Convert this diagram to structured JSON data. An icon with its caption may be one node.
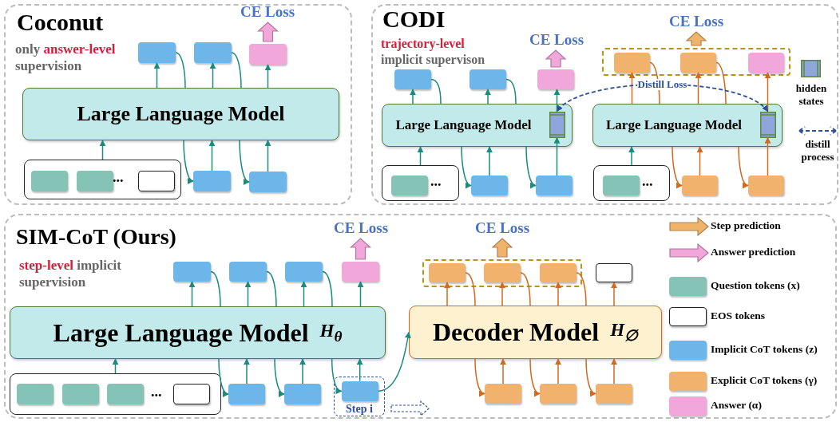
{
  "diagram": {
    "nodes": [
      {
        "text": [
          "Coconut",
          "only **answer-level** supervision"
        ]
      },
      {
        "text": [
          "CE Loss"
        ],
        "in": 0
      },
      {
        "text": [],
        "shape": "box",
        "in": 0
      },
      {
        "text": [],
        "shape": "box",
        "in": 0
      },
      {
        "text": [],
        "shape": "box",
        "in": 0
      },
      {
        "text": [
          "Large Language Model"
        ],
        "in": 0
      },
      {
        "text": [
          "..."
        ],
        "in": 0
      },
      {
        "text": [],
        "shape": "box",
        "in": 6
      },
      {
        "text": [],
        "shape": "box",
        "in": 6
      },
      {
        "text": [],
        "shape": "box",
        "in": 6
      },
      {
        "text": [],
        "shape": "box",
        "in": 0
      },
      {
        "text": [],
        "shape": "box",
        "in": 0
      },
      {
        "text": [
          "CODI",
          "**trajectory-level** implicit supervison"
        ]
      },
      {
        "text": [
          "CE Loss"
        ],
        "in": 12
      },
      {
        "text": [],
        "shape": "box",
        "in": 12
      },
      {
        "text": [],
        "shape": "box",
        "in": 12
      },
      {
        "text": [],
        "shape": "box",
        "in": 12
      },
      {
        "text": [
          "Large Language Model"
        ],
        "in": 12
      },
      {
        "text": [],
        "shape": "box",
        "in": 17
      },
      {
        "text": [
          "..."
        ],
        "in": 12
      },
      {
        "text": [],
        "shape": "box",
        "in": 19
      },
      {
        "text": [],
        "shape": "box",
        "in": 12
      },
      {
        "text": [],
        "shape": "box",
        "in": 12
      },
      {
        "text": [
          "CE Loss"
        ],
        "in": 12
      },
      {
        "text": [],
        "shape": "box",
        "in": 12
      },
      {
        "text": [],
        "shape": "box",
        "in": 24
      },
      {
        "text": [],
        "shape": "box",
        "in": 24
      },
      {
        "text": [],
        "shape": "box",
        "in": 24
      },
      {
        "text": [
          "Large Language Model"
        ],
        "in": 12
      },
      {
        "text": [],
        "shape": "box",
        "in": 28
      },
      {
        "text": [
          "..."
        ],
        "in": 12
      },
      {
        "text": [],
        "shape": "box",
        "in": 30
      },
      {
        "text": [],
        "shape": "box",
        "in": 12
      },
      {
        "text": [],
        "shape": "box",
        "in": 12
      },
      {
        "text": [
          "SIM-CoT (Ours)",
          "**step-level** implicit supervision"
        ]
      },
      {
        "text": [
          "CE Loss"
        ],
        "in": 34
      },
      {
        "text": [],
        "shape": "box",
        "in": 34
      },
      {
        "text": [],
        "shape": "box",
        "in": 34
      },
      {
        "text": [],
        "shape": "box",
        "in": 34
      },
      {
        "text": [],
        "shape": "box",
        "in": 34
      },
      {
        "text": [
          "Large Language Model",
          "H$_{θ}$"
        ],
        "in": 34
      },
      {
        "text": [
          "..."
        ],
        "in": 34
      },
      {
        "text": [],
        "shape": "box",
        "in": 41
      },
      {
        "text": [],
        "shape": "box",
        "in": 41
      },
      {
        "text": [],
        "shape": "box",
        "in": 41
      },
      {
        "text": [],
        "shape": "box",
        "in": 41
      },
      {
        "text": [],
        "shape": "box",
        "in": 34
      },
      {
        "text": [],
        "shape": "box",
        "in": 34
      },
      {
        "text": [
          "Step i"
        ],
        "in": 34
      },
      {
        "text": [],
        "shape": "box",
        "in": 48
      },
      {
        "text": [
          "CE Loss"
        ],
        "in": 34
      },
      {
        "text": [],
        "shape": "box",
        "in": 34
      },
      {
        "text": [],
        "shape": "box",
        "in": 51
      },
      {
        "text": [],
        "shape": "box",
        "in": 51
      },
      {
        "text": [],
        "shape": "box",
        "in": 51
      },
      {
        "text": [],
        "shape": "box",
        "in": 34
      },
      {
        "text": [
          "Decoder Model",
          "H$_{∅}$"
        ],
        "in": 34
      },
      {
        "text": [],
        "shape": "box",
        "in": 34
      },
      {
        "text": [],
        "shape": "box",
        "in": 34
      },
      {
        "text": [],
        "shape": "box",
        "in": 34
      }
    ],
    "edges": [
      {
        "from": 6,
        "to": 5,
        "arrow": "to"
      },
      {
        "from": 10,
        "to": 5,
        "arrow": "to"
      },
      {
        "from": 11,
        "to": 5,
        "arrow": "to"
      },
      {
        "from": 5,
        "to": 2,
        "arrow": "to"
      },
      {
        "from": 5,
        "to": 3,
        "arrow": "to"
      },
      {
        "from": 5,
        "to": 4,
        "arrow": "to"
      },
      {
        "from": 2,
        "to": 5,
        "arrow": "none"
      },
      {
        "from": 5,
        "to": 10,
        "arrow": "to"
      },
      {
        "from": 3,
        "to": 5,
        "arrow": "none"
      },
      {
        "from": 5,
        "to": 11,
        "arrow": "to"
      },
      {
        "from": 4,
        "to": 1,
        "arrow": "to",
        "style": "thick",
        "color": "#f1a7d9"
      },
      {
        "from": 19,
        "to": 17,
        "arrow": "to"
      },
      {
        "from": 21,
        "to": 17,
        "arrow": "to"
      },
      {
        "from": 22,
        "to": 18,
        "arrow": "to"
      },
      {
        "from": 17,
        "to": 14,
        "arrow": "to"
      },
      {
        "from": 17,
        "to": 15,
        "arrow": "to"
      },
      {
        "from": 18,
        "to": 16,
        "arrow": "to"
      },
      {
        "from": 14,
        "to": 17,
        "arrow": "none"
      },
      {
        "from": 17,
        "to": 21,
        "arrow": "to"
      },
      {
        "from": 15,
        "to": 17,
        "arrow": "none"
      },
      {
        "from": 17,
        "to": 22,
        "arrow": "to"
      },
      {
        "from": 16,
        "to": 13,
        "arrow": "to",
        "style": "thick",
        "color": "#f1a7d9"
      },
      {
        "from": 30,
        "to": 28,
        "arrow": "to"
      },
      {
        "from": 32,
        "to": 28,
        "arrow": "to",
        "color": "#d2691e"
      },
      {
        "from": 33,
        "to": 29,
        "arrow": "to",
        "color": "#d2691e"
      },
      {
        "from": 28,
        "to": 25,
        "arrow": "to",
        "color": "#d2691e"
      },
      {
        "from": 28,
        "to": 26,
        "arrow": "to",
        "color": "#d2691e"
      },
      {
        "from": 29,
        "to": 27,
        "arrow": "to",
        "color": "#d2691e"
      },
      {
        "from": 25,
        "to": 28,
        "arrow": "none",
        "color": "#d2691e"
      },
      {
        "from": 28,
        "to": 32,
        "arrow": "to",
        "color": "#d2691e"
      },
      {
        "from": 26,
        "to": 28,
        "arrow": "none",
        "color": "#d2691e"
      },
      {
        "from": 28,
        "to": 33,
        "arrow": "to",
        "color": "#d2691e"
      },
      {
        "from": 24,
        "to": 23,
        "arrow": "to",
        "style": "thick",
        "color": "#f0b36b"
      },
      {
        "from": 29,
        "to": 18,
        "arrow": "both",
        "label": "Distill Loss",
        "style": "dashed",
        "color": "#2e4f9e"
      },
      {
        "from": 41,
        "to": 40,
        "arrow": "to"
      },
      {
        "from": 46,
        "to": 40,
        "arrow": "to"
      },
      {
        "from": 47,
        "to": 40,
        "arrow": "to"
      },
      {
        "from": 49,
        "to": 40,
        "arrow": "to"
      },
      {
        "from": 40,
        "to": 36,
        "arrow": "to"
      },
      {
        "from": 40,
        "to": 37,
        "arrow": "to"
      },
      {
        "from": 40,
        "to": 38,
        "arrow": "to"
      },
      {
        "from": 40,
        "to": 39,
        "arrow": "to"
      },
      {
        "from": 36,
        "to": 40,
        "arrow": "none"
      },
      {
        "from": 40,
        "to": 46,
        "arrow": "to"
      },
      {
        "from": 37,
        "to": 40,
        "arrow": "none"
      },
      {
        "from": 40,
        "to": 47,
        "arrow": "to"
      },
      {
        "from": 38,
        "to": 40,
        "arrow": "none"
      },
      {
        "from": 40,
        "to": 49,
        "arrow": "to"
      },
      {
        "from": 39,
        "to": 35,
        "arrow": "to",
        "style": "thick",
        "color": "#f1a7d9"
      },
      {
        "from": 49,
        "to": 56,
        "arrow": "to"
      },
      {
        "from": 57,
        "to": 56,
        "arrow": "to",
        "color": "#d2691e"
      },
      {
        "from": 58,
        "to": 56,
        "arrow": "to",
        "color": "#d2691e"
      },
      {
        "from": 59,
        "to": 56,
        "arrow": "to",
        "color": "#d2691e"
      },
      {
        "from": 56,
        "to": 52,
        "arrow": "to",
        "color": "#d2691e"
      },
      {
        "from": 56,
        "to": 53,
        "arrow": "to",
        "color": "#d2691e"
      },
      {
        "from": 56,
        "to": 54,
        "arrow": "to",
        "color": "#d2691e"
      },
      {
        "from": 56,
        "to": 55,
        "arrow": "to",
        "color": "#d2691e"
      },
      {
        "from": 52,
        "to": 56,
        "arrow": "none",
        "color": "#d2691e"
      },
      {
        "from": 56,
        "to": 57,
        "arrow": "to",
        "color": "#d2691e"
      },
      {
        "from": 53,
        "to": 56,
        "arrow": "none",
        "color": "#d2691e"
      },
      {
        "from": 56,
        "to": 58,
        "arrow": "to",
        "color": "#d2691e"
      },
      {
        "from": 54,
        "to": 56,
        "arrow": "none",
        "color": "#d2691e"
      },
      {
        "from": 56,
        "to": 59,
        "arrow": "to",
        "color": "#d2691e"
      },
      {
        "from": 51,
        "to": 50,
        "arrow": "to",
        "style": "thick",
        "color": "#f0b36b"
      },
      {
        "from": 48,
        "to": null,
        "arrow": "to",
        "style": "dashed",
        "color": "#2e4f9e"
      }
    ],
    "legend": [
      {
        "text": "hidden states"
      },
      {
        "text": "distill process"
      },
      {
        "text": "Step prediction",
        "color": "#f0b36b"
      },
      {
        "text": "Answer prediction",
        "color": "#f1a7d9"
      },
      {
        "text": "Question tokens (x)",
        "color": "#84c3b6"
      },
      {
        "text": "EOS tokens",
        "color": "#ffffff"
      },
      {
        "text": "Implicit CoT tokens (z)",
        "color": "#6db6ea"
      },
      {
        "text": "Explicit CoT tokens (γ)",
        "color": "#f1b26d"
      },
      {
        "text": "Answer (α)",
        "color": "#f1a7d9"
      }
    ]
  }
}
